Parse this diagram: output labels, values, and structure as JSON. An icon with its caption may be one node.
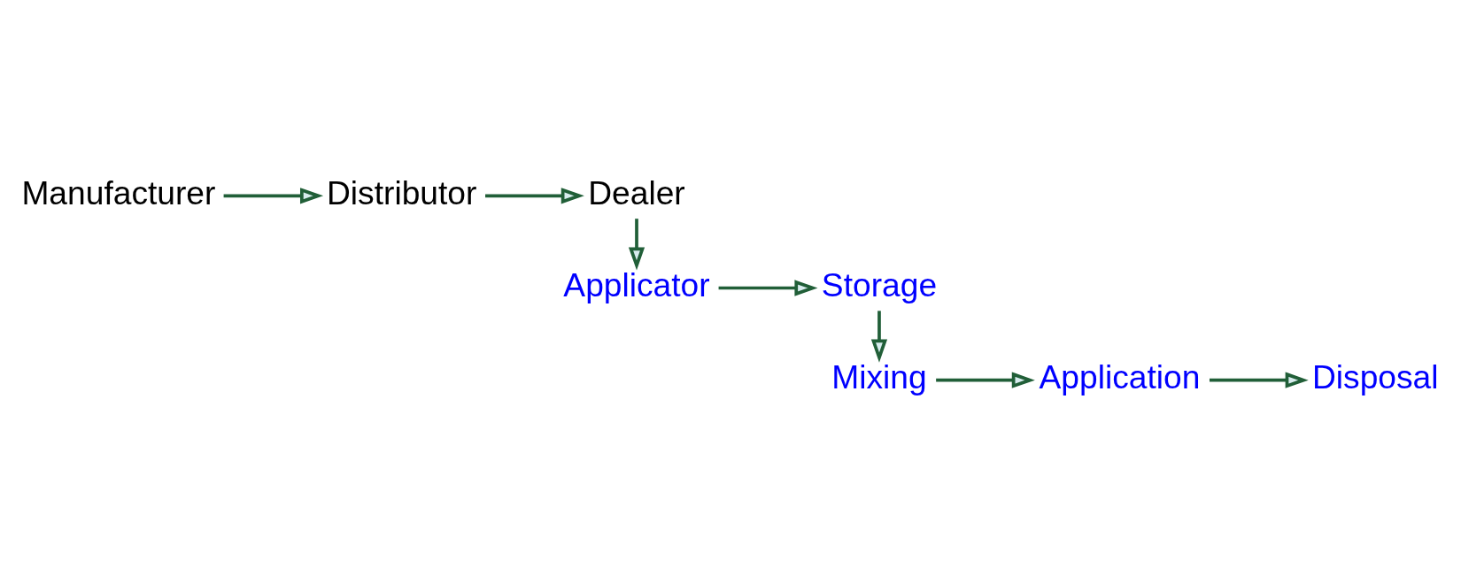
{
  "diagram": {
    "nodes": [
      {
        "text": [
          "Manufacturer"
        ]
      },
      {
        "text": [
          "Distributor"
        ]
      },
      {
        "text": [
          "Dealer"
        ]
      },
      {
        "text": [
          "Applicator"
        ]
      },
      {
        "text": [
          "Storage"
        ]
      },
      {
        "text": [
          "Mixing"
        ]
      },
      {
        "text": [
          "Application"
        ]
      },
      {
        "text": [
          "Disposal"
        ]
      }
    ],
    "edges": [
      {
        "from": 0,
        "to": 1,
        "arrow": "to"
      },
      {
        "from": 1,
        "to": 2,
        "arrow": "to"
      },
      {
        "from": 2,
        "to": 3,
        "arrow": "to"
      },
      {
        "from": 3,
        "to": 4,
        "arrow": "to"
      },
      {
        "from": 4,
        "to": 5,
        "arrow": "to"
      },
      {
        "from": 5,
        "to": 6,
        "arrow": "to"
      },
      {
        "from": 6,
        "to": 7,
        "arrow": "to"
      }
    ]
  }
}
